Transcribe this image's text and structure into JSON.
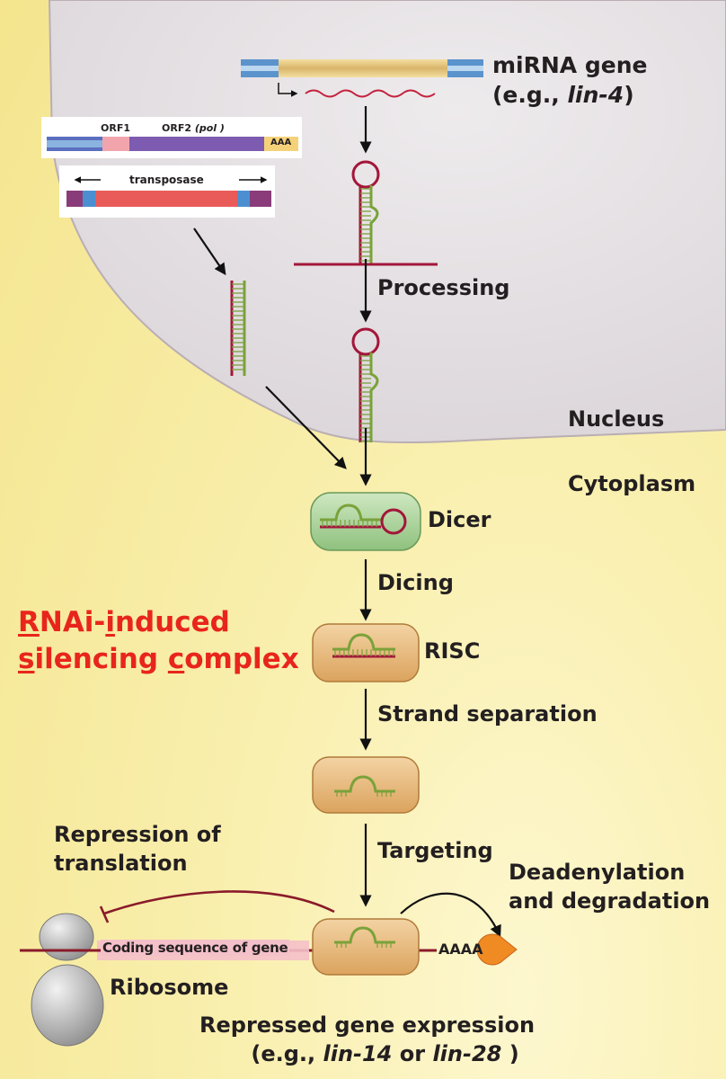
{
  "labels": {
    "mirna_gene_line1": "miRNA gene",
    "mirna_gene_line2_prefix": "(e.g., ",
    "mirna_gene_line2_italic": "lin-4",
    "mirna_gene_line2_suffix": ")",
    "processing": "Processing",
    "nucleus": "Nucleus",
    "cytoplasm": "Cytoplasm",
    "dicer": "Dicer",
    "dicing": "Dicing",
    "risc": "RISC",
    "strand_separation": "Strand separation",
    "targeting": "Targeting",
    "repression_line1": "Repression of",
    "repression_line2": "translation",
    "deadenylation_line1": "Deadenylation",
    "deadenylation_line2": "and degradation",
    "ribosome": "Ribosome",
    "coding_sequence": "Coding sequence of gene",
    "polya_tail": "AAAA",
    "repressed_line1": "Repressed gene expression",
    "repressed_line2_prefix": "(e.g., ",
    "repressed_line2_italic1": "lin-14",
    "repressed_line2_mid": " or ",
    "repressed_line2_italic2": "lin-28",
    "repressed_line2_suffix": " )"
  },
  "risc_title": {
    "line1_first": "R",
    "line1_rest": "NAi-",
    "line1_first2": "i",
    "line1_rest2": "nduced",
    "line2_first": "s",
    "line2_rest": "ilencing ",
    "line2_first2": "c",
    "line2_rest2": "omplex"
  },
  "transposon": {
    "orf1": "ORF1",
    "orf2_prefix": "ORF2 ",
    "orf2_italic": "(pol )",
    "polya": "AAA",
    "transposase": "transposase"
  },
  "colors": {
    "nucleus_fill": "#e2dde0",
    "complex_fill": "#e8b879",
    "dicer_fill": "#a5cf96",
    "rna_red": "#a3163a",
    "rna_green": "#7aa23a",
    "title_red": "#e8251c"
  }
}
